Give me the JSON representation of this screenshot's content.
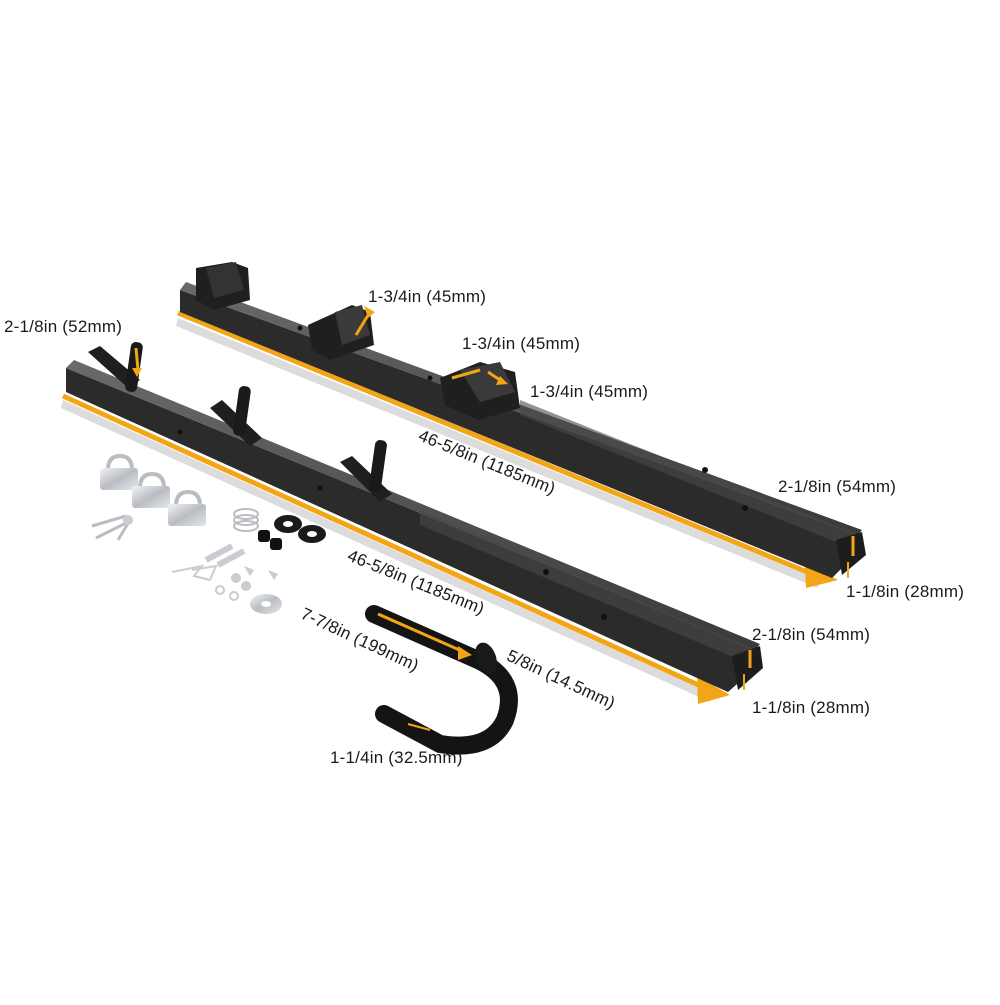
{
  "image": {
    "subject": "Twin rail rack mount kit with hook and hardware",
    "colors": {
      "background": "#ffffff",
      "steel": "#2b2b2b",
      "steel_highlight": "#5a5a5a",
      "accent_orange": "#f2a516",
      "shadow_line": "#d9d9d9",
      "hardware_silver": "#c9ccd0",
      "text": "#1a1a1a"
    }
  },
  "labels": {
    "rear_rail_clamp_1": "1-3/4in (45mm)",
    "rear_rail_clamp_2": "1-3/4in (45mm)",
    "rear_rail_clamp_3": "1-3/4in (45mm)",
    "front_rail_peg_height": "2-1/8in (52mm)",
    "rear_rail_length": "46-5/8in (1185mm)",
    "rear_rail_width": "2-1/8in (54mm)",
    "rear_rail_height": "1-1/8in (28mm)",
    "front_rail_length": "46-5/8in (1185mm)",
    "front_rail_width": "2-1/8in (54mm)",
    "front_rail_height": "1-1/8in (28mm)",
    "hook_length": "7-7/8in (199mm)",
    "hook_diameter": "5/8in (14.5mm)",
    "hook_opening": "1-1/4in (32.5mm)"
  },
  "items": {
    "rails": [
      "rear-rail-with-clamps",
      "front-rail-with-pegs"
    ],
    "hook": "j-hook",
    "hardware": [
      "padlock",
      "padlock",
      "padlock",
      "keys",
      "spring",
      "rubber-washer",
      "rubber-washer",
      "rubber-grommet",
      "bolt",
      "bolt",
      "hitch-pin-clip",
      "hitch-pin-clip",
      "nut",
      "nut",
      "washer",
      "washer",
      "wing-screw",
      "wing-screw",
      "flat-washer"
    ]
  }
}
